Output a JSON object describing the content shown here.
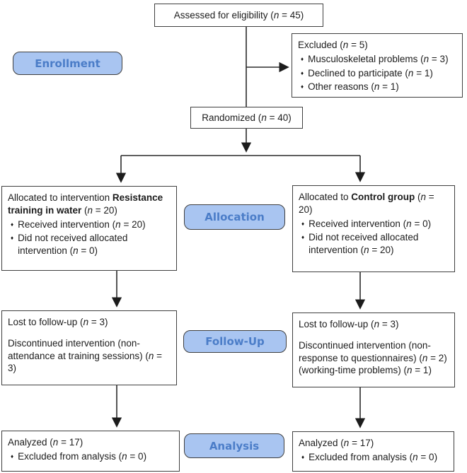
{
  "icons": {
    "bullet": "♦"
  },
  "colors": {
    "label_bg": "#a9c5f1",
    "label_text": "#4b7dc8",
    "box_border": "#3f3f3f",
    "arrow": "#2b2b2b"
  },
  "stages": {
    "enrollment": "Enrollment",
    "allocation": "Allocation",
    "followup": "Follow-Up",
    "analysis": "Analysis"
  },
  "boxes": {
    "eligibility": {
      "title": "Assessed for eligibility (*n* = 45)"
    },
    "excluded": {
      "title": "Excluded (*n* = 5)",
      "items": [
        "Musculoskeletal problems (*n* = 3)",
        "Declined to participate (*n* = 1)",
        "Other reasons (*n* = 1)"
      ]
    },
    "randomized": {
      "title": "Randomized (*n* = 40)"
    },
    "allocation_left": {
      "title": "Allocated to intervention **Resistance training in water** (*n* = 20)",
      "items": [
        "Received intervention (*n* = 20)",
        "Did not received allocated intervention (*n* = 0)"
      ]
    },
    "allocation_right": {
      "title": "Allocated to **Control group** (*n* = 20)",
      "items": [
        "Received intervention (*n* = 0)",
        "Did not received allocated intervention (*n* = 20)"
      ]
    },
    "followup_left": {
      "line1": "Lost to follow-up (*n* = 3)",
      "line2": "Discontinued intervention (non-attendance at training sessions) (*n* = 3)"
    },
    "followup_right": {
      "line1": "Lost to follow-up (*n* = 3)",
      "line2": "Discontinued intervention (non-response to questionnaires) (*n* = 2) (working-time problems) (*n* = 1)"
    },
    "analysis_left": {
      "title": "Analyzed (*n* = 17)",
      "items": [
        "Excluded from analysis (*n* = 0)"
      ]
    },
    "analysis_right": {
      "title": "Analyzed (*n* = 17)",
      "items": [
        "Excluded from analysis (*n* = 0)"
      ]
    }
  }
}
